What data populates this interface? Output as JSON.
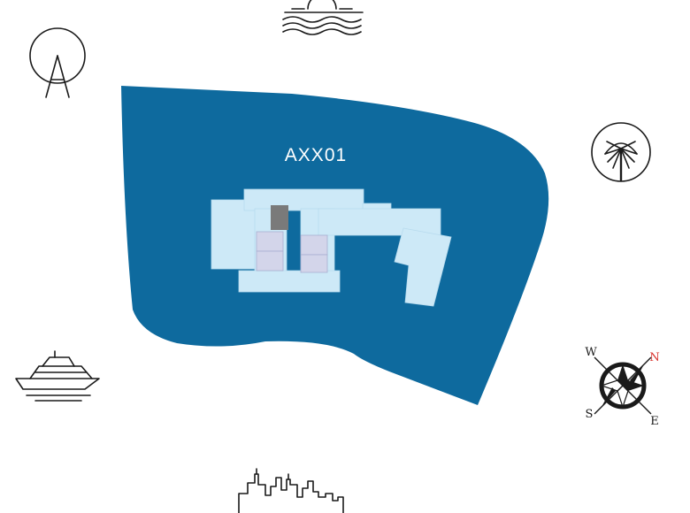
{
  "map": {
    "plot_label": "AXX01",
    "plot_color": "#0e6a9e",
    "building_color": "#cde9f7",
    "unit_highlight_color": "#d3d5ea",
    "unit_selected_color": "#7a7a7a",
    "icons": [
      "ferris-wheel-icon",
      "sunset-sea-icon",
      "palm-island-icon",
      "yacht-icon",
      "skyline-icon",
      "compass-icon"
    ]
  },
  "compass": {
    "n": "N",
    "e": "E",
    "s": "S",
    "w": "W",
    "n_color": "#d9302a"
  }
}
